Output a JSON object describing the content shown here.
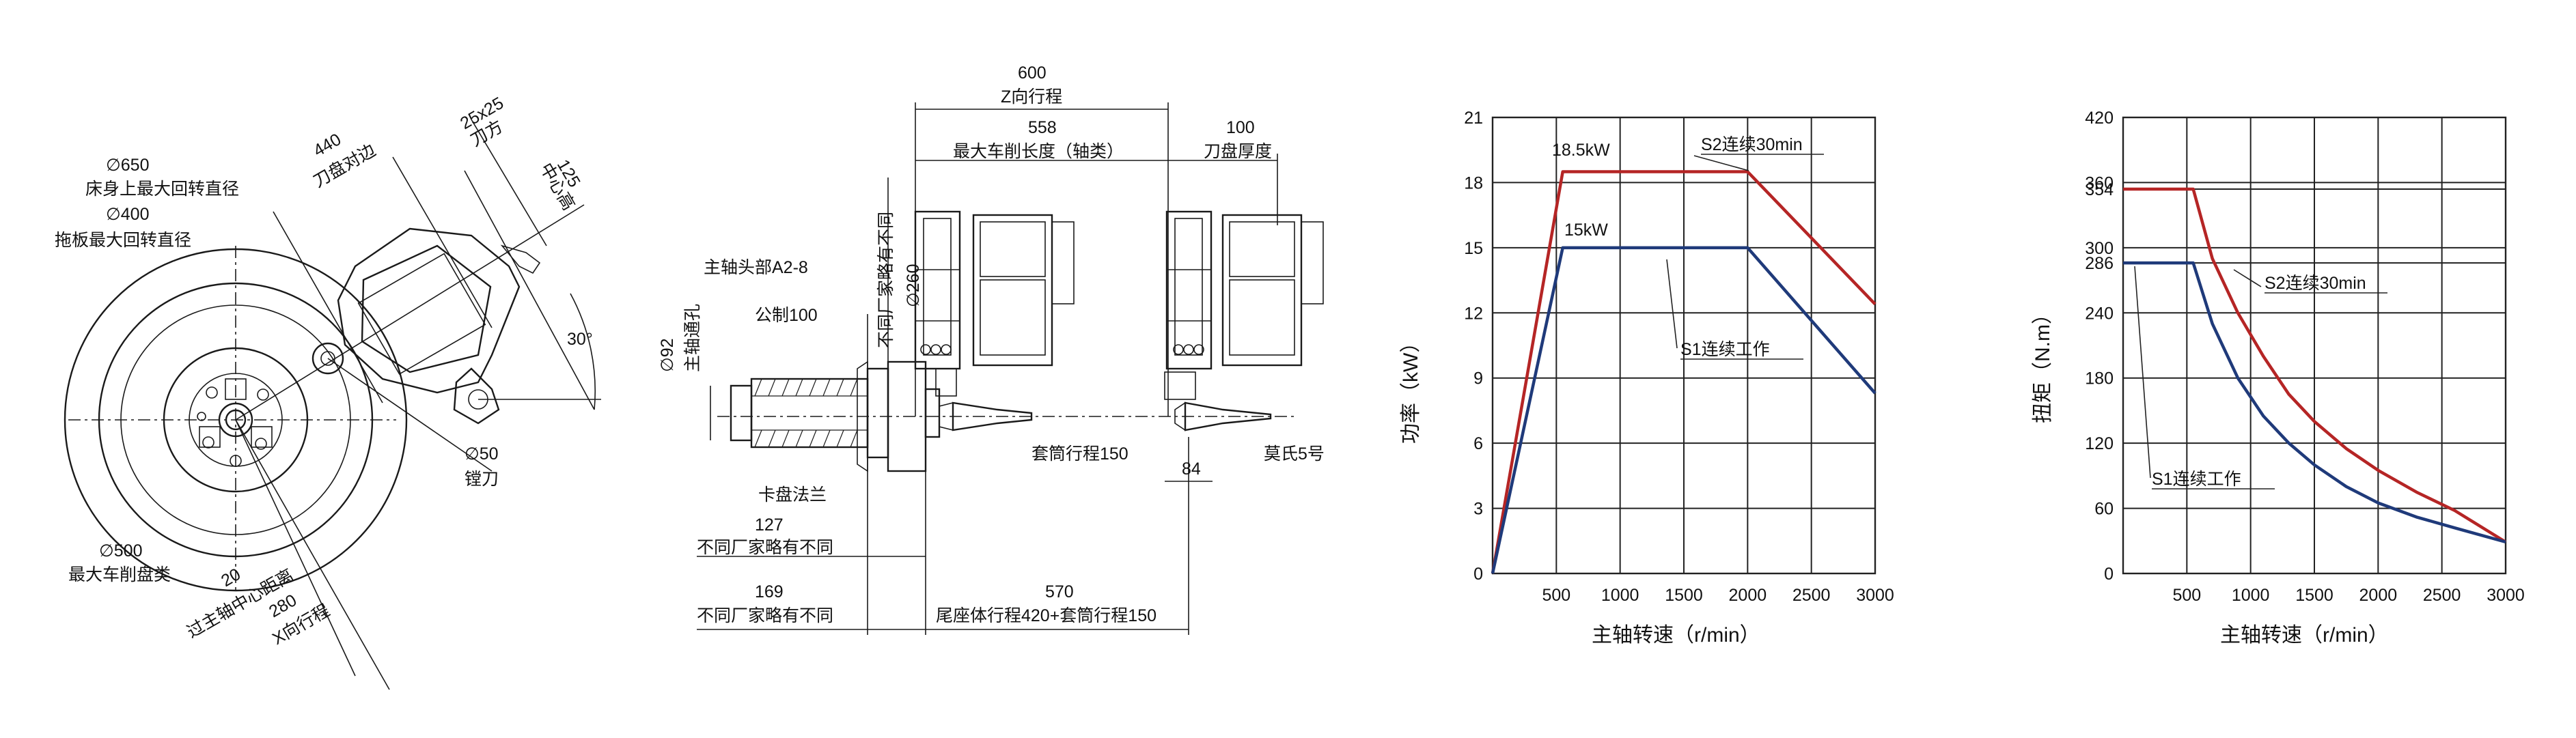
{
  "left_view": {
    "d650": "∅650",
    "d650_label": "床身上最大回转直径",
    "d400": "∅400",
    "d400_label": "拖板最大回转直径",
    "d500": "∅500",
    "d500_label": "最大车削盘类",
    "dim_440": "440",
    "dim_440_label": "刀盘对边",
    "dim_25x25": "25x25",
    "dim_25x25_label": "刀方",
    "dim_125": "125",
    "dim_125_label": "中心高",
    "angle_30": "30°",
    "d50": "∅50",
    "d50_label": "镗刀",
    "dim_20": "20",
    "dim_20_label": "过主轴中心距离",
    "dim_280": "280",
    "dim_280_label": "X向行程"
  },
  "middle_view": {
    "dim_600": "600",
    "dim_600_label": "Z向行程",
    "dim_558": "558",
    "dim_558_label": "最大车削长度（轴类）",
    "dim_100": "100",
    "dim_100_label": "刀盘厚度",
    "d260": "∅260",
    "d260_label": "不同厂家略有不同",
    "spindle_head": "主轴头部A2-8",
    "metric": "公制100",
    "d92": "∅92",
    "d92_label": "主轴通孔",
    "quill_travel": "套筒行程150",
    "morse": "莫氏5号",
    "dim_84": "84",
    "chuck_flange": "卡盘法兰",
    "dim_127": "127",
    "dim_127_label": "不同厂家略有不同",
    "dim_169": "169",
    "dim_169_label": "不同厂家略有不同",
    "dim_570": "570",
    "dim_570_label": "尾座体行程420+套筒行程150"
  },
  "chart_data": [
    {
      "type": "line",
      "title": "",
      "xlabel": "主轴转速（r/min）",
      "ylabel": "功率（kW）",
      "x_ticks": [
        500,
        1000,
        1500,
        2000,
        2500,
        3000
      ],
      "y_ticks": [
        0,
        3,
        6,
        9,
        12,
        15,
        18,
        21
      ],
      "xlim": [
        0,
        3000
      ],
      "ylim": [
        0,
        21
      ],
      "series": [
        {
          "name": "S2连续30min",
          "color": "#b52525",
          "x": [
            0,
            550,
            2000,
            3000
          ],
          "y": [
            0,
            18.5,
            18.5,
            12.4
          ]
        },
        {
          "name": "S1连续工作",
          "color": "#1f3a7a",
          "x": [
            0,
            550,
            2000,
            3000
          ],
          "y": [
            0,
            15,
            15,
            8.3
          ]
        }
      ],
      "annotations": [
        "18.5kW",
        "15kW"
      ]
    },
    {
      "type": "line",
      "title": "",
      "xlabel": "主轴转速（r/min）",
      "ylabel": "扭矩（N.m）",
      "x_ticks": [
        500,
        1000,
        1500,
        2000,
        2500,
        3000
      ],
      "y_ticks": [
        0,
        60,
        120,
        180,
        240,
        286,
        300,
        354,
        360,
        420
      ],
      "xlim": [
        0,
        3000
      ],
      "ylim": [
        0,
        420
      ],
      "series": [
        {
          "name": "S2连续30min",
          "color": "#b52525",
          "x": [
            0,
            550,
            700,
            900,
            1100,
            1300,
            1500,
            1750,
            2000,
            2300,
            2600,
            3000
          ],
          "y": [
            354,
            354,
            290,
            240,
            200,
            165,
            140,
            115,
            95,
            75,
            58,
            29
          ]
        },
        {
          "name": "S1连续工作",
          "color": "#1f3a7a",
          "x": [
            0,
            550,
            700,
            900,
            1100,
            1300,
            1500,
            1750,
            2000,
            2300,
            2600,
            3000
          ],
          "y": [
            286,
            286,
            230,
            180,
            145,
            120,
            100,
            80,
            65,
            52,
            42,
            29
          ]
        }
      ],
      "annotations": []
    }
  ]
}
